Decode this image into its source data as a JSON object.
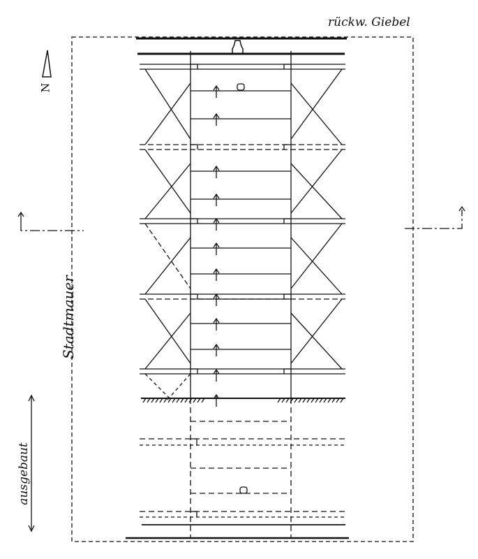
{
  "labels": {
    "rear_gable": "rückw. Giebel",
    "north": "N",
    "city_wall": "Stadtmauer",
    "extended": "ausgebaut"
  },
  "colors": {
    "ink": "#111111",
    "paper": "#ffffff"
  }
}
